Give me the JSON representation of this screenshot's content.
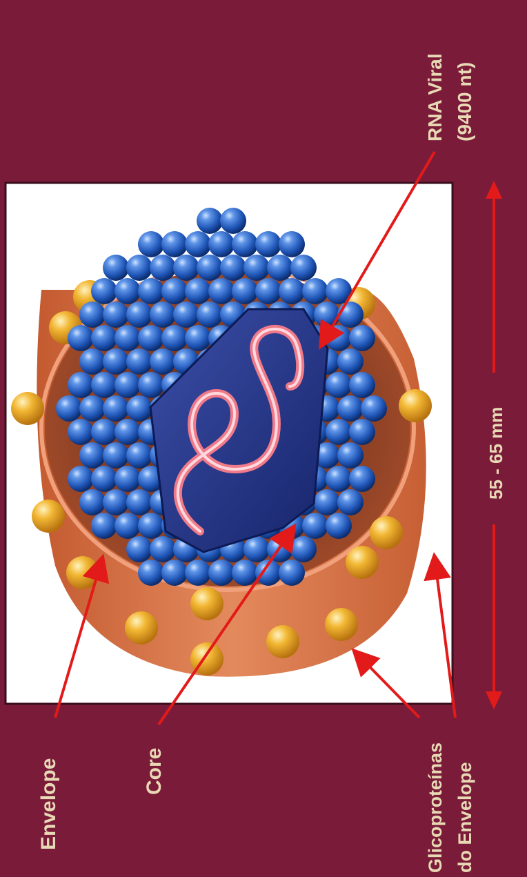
{
  "labels": {
    "rna_line1": "RNA Viral",
    "rna_line2": "(9400 nt)",
    "size": "55 - 65 mm",
    "glyco_line1": "Glicoproteínas",
    "glyco_line2": "do Envelope",
    "envelope": "Envelope",
    "core": "Core"
  },
  "colors": {
    "background": "#7b1b3a",
    "label_text": "#e8d9b5",
    "arrow": "#e21a1a",
    "capsomere": "#1f55b6",
    "envelope": "#d0673a",
    "glycoprotein": "#f2b733",
    "rna_strand": "#f07a8a"
  }
}
